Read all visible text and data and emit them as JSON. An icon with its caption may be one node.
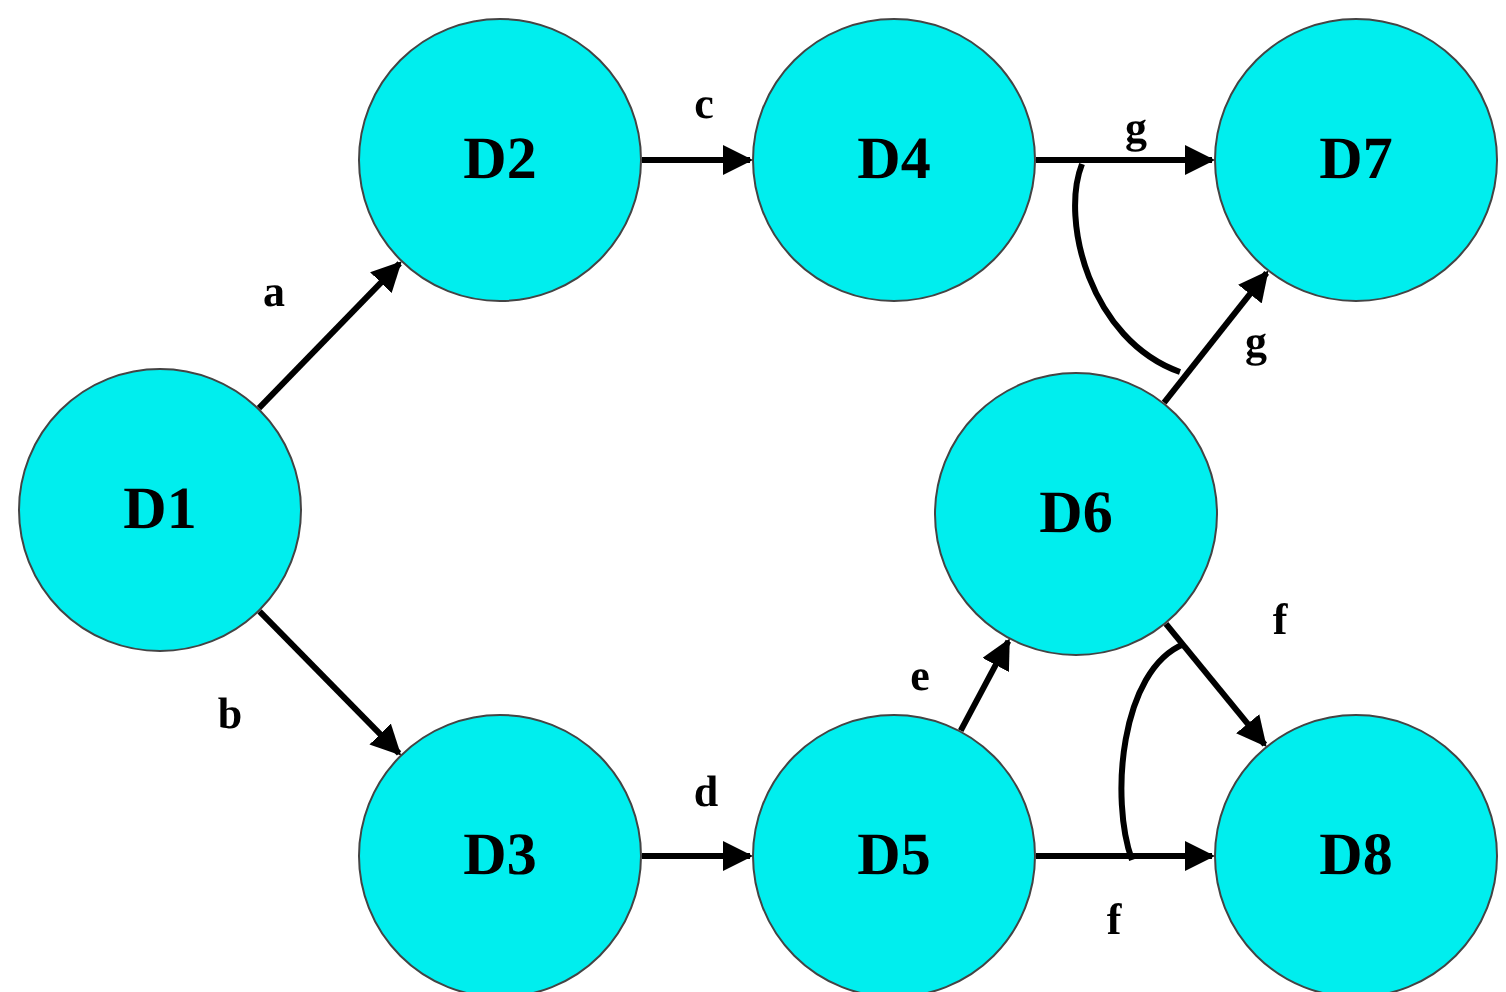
{
  "diagram": {
    "nodes": [
      {
        "text": [
          "D2"
        ]
      },
      {
        "text": [
          "D4"
        ]
      },
      {
        "text": [
          "D7"
        ]
      },
      {
        "text": [
          "D1"
        ]
      },
      {
        "text": [
          "D6"
        ]
      },
      {
        "text": [
          "D3"
        ]
      },
      {
        "text": [
          "D5"
        ]
      },
      {
        "text": [
          "D8"
        ]
      }
    ],
    "edges": [
      {
        "from": 3,
        "to": 0,
        "label": "a",
        "arrow": "to"
      },
      {
        "from": 3,
        "to": 5,
        "label": "b",
        "arrow": "to"
      },
      {
        "from": 0,
        "to": 1,
        "label": "c",
        "arrow": "to"
      },
      {
        "from": 5,
        "to": 6,
        "label": "d",
        "arrow": "to"
      },
      {
        "from": 1,
        "to": 2,
        "label": "g",
        "arrow": "to"
      },
      {
        "from": 4,
        "to": 2,
        "label": "g",
        "arrow": "to"
      },
      {
        "from": 6,
        "to": 4,
        "label": "e",
        "arrow": "to"
      },
      {
        "from": 4,
        "to": 7,
        "label": "f",
        "arrow": "to"
      },
      {
        "from": 6,
        "to": 7,
        "label": "f",
        "arrow": "to"
      }
    ]
  }
}
